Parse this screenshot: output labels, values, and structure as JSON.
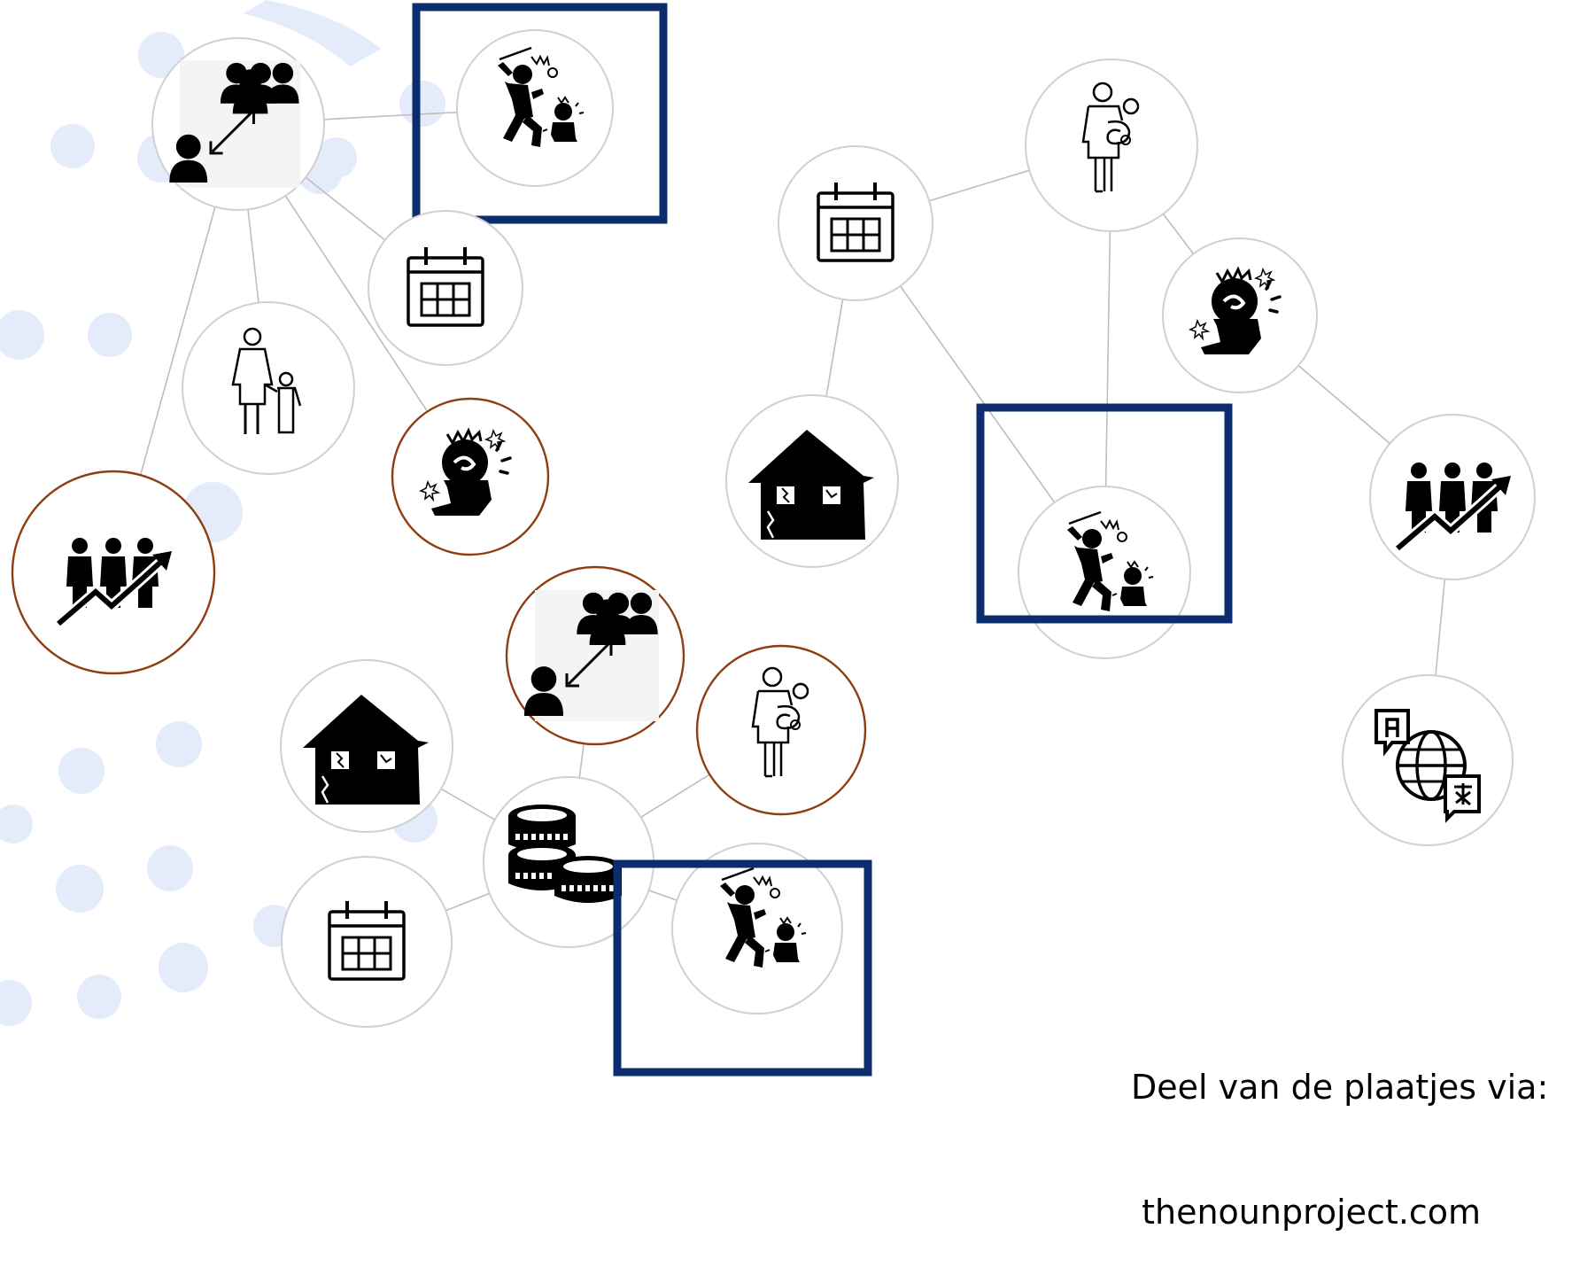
{
  "credit": {
    "line1": "Deel van de plaatjes via:",
    "line2": " thenounproject.com"
  },
  "colors": {
    "node_border": "#d0d0d0",
    "highlight_circle": "#8e3e0e",
    "highlight_box": "#0b2d6e",
    "dots": "#e4ebfb",
    "edge": "#bdbdbd",
    "icon": "#000000"
  },
  "diagrams": [
    {
      "name": "cluster-top-left",
      "nodes": [
        {
          "id": "a1",
          "icon": "group-distance-icon",
          "highlight": "none"
        },
        {
          "id": "a2",
          "icon": "violence-icon",
          "highlight": "box"
        },
        {
          "id": "a3",
          "icon": "calendar-icon",
          "highlight": "none"
        },
        {
          "id": "a4",
          "icon": "parent-child-icon",
          "highlight": "none"
        },
        {
          "id": "a5",
          "icon": "distressed-child-icon",
          "highlight": "circle"
        },
        {
          "id": "a6",
          "icon": "population-growth-icon",
          "highlight": "circle"
        }
      ],
      "edges": [
        [
          "a1",
          "a2"
        ],
        [
          "a1",
          "a3"
        ],
        [
          "a1",
          "a4"
        ],
        [
          "a1",
          "a5"
        ],
        [
          "a1",
          "a6"
        ]
      ]
    },
    {
      "name": "cluster-right",
      "nodes": [
        {
          "id": "b1",
          "icon": "calendar-icon",
          "highlight": "none"
        },
        {
          "id": "b2",
          "icon": "mother-baby-icon",
          "highlight": "none"
        },
        {
          "id": "b3",
          "icon": "distressed-child-icon",
          "highlight": "none"
        },
        {
          "id": "b4",
          "icon": "damaged-house-icon",
          "highlight": "none"
        },
        {
          "id": "b5",
          "icon": "violence-icon",
          "highlight": "box"
        },
        {
          "id": "b6",
          "icon": "population-growth-icon",
          "highlight": "none"
        },
        {
          "id": "b7",
          "icon": "language-globe-icon",
          "highlight": "none"
        }
      ],
      "edges": [
        [
          "b1",
          "b2"
        ],
        [
          "b1",
          "b4"
        ],
        [
          "b1",
          "b5"
        ],
        [
          "b2",
          "b5"
        ],
        [
          "b2",
          "b3"
        ],
        [
          "b3",
          "b6"
        ],
        [
          "b6",
          "b7"
        ]
      ]
    },
    {
      "name": "cluster-bottom",
      "nodes": [
        {
          "id": "c1",
          "icon": "coins-icon",
          "highlight": "none"
        },
        {
          "id": "c2",
          "icon": "damaged-house-icon",
          "highlight": "none"
        },
        {
          "id": "c3",
          "icon": "group-distance-icon",
          "highlight": "circle"
        },
        {
          "id": "c4",
          "icon": "mother-baby-icon",
          "highlight": "circle"
        },
        {
          "id": "c5",
          "icon": "calendar-icon",
          "highlight": "none"
        },
        {
          "id": "c6",
          "icon": "violence-icon",
          "highlight": "box"
        }
      ],
      "edges": [
        [
          "c1",
          "c2"
        ],
        [
          "c1",
          "c3"
        ],
        [
          "c1",
          "c4"
        ],
        [
          "c1",
          "c5"
        ],
        [
          "c1",
          "c6"
        ]
      ]
    }
  ]
}
